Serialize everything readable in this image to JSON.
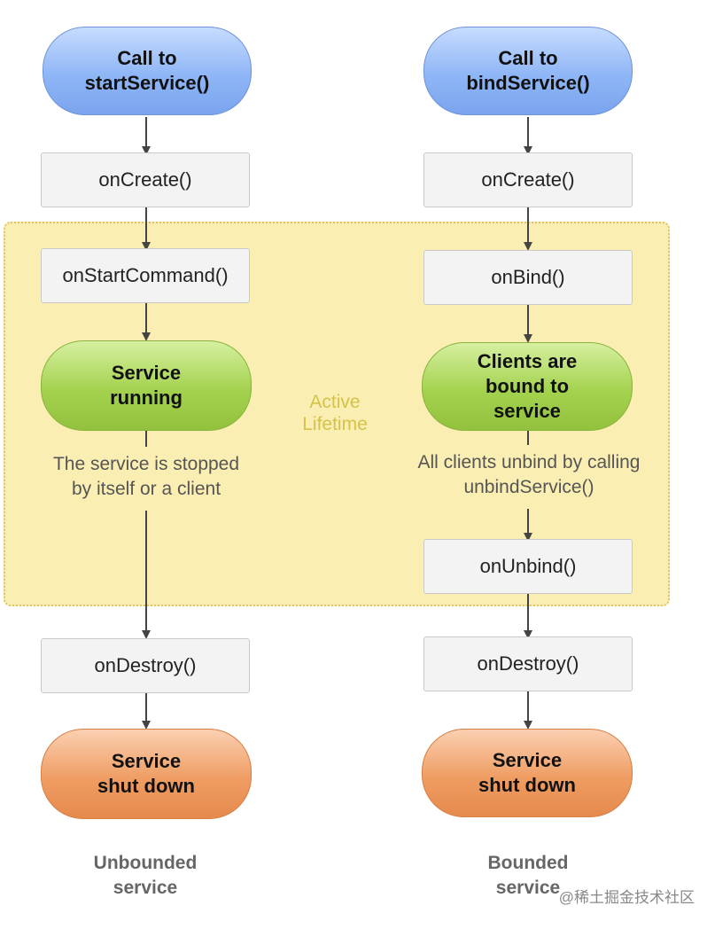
{
  "active_region": {
    "label": "Active\nLifetime"
  },
  "left": {
    "start": "Call to\nstartService()",
    "on_create": "onCreate()",
    "on_start_command": "onStartCommand()",
    "running": "Service\nrunning",
    "stop_note": "The service is stopped\nby itself or a client",
    "on_destroy": "onDestroy()",
    "shutdown": "Service\nshut down",
    "caption": "Unbounded\nservice"
  },
  "right": {
    "start": "Call to\nbindService()",
    "on_create": "onCreate()",
    "on_bind": "onBind()",
    "bound": "Clients are\nbound to\nservice",
    "unbind_note": "All clients unbind by calling\nunbindService()",
    "on_unbind": "onUnbind()",
    "on_destroy": "onDestroy()",
    "shutdown": "Service\nshut down",
    "caption": "Bounded\nservice"
  },
  "watermark": "@稀土掘金技术社区"
}
